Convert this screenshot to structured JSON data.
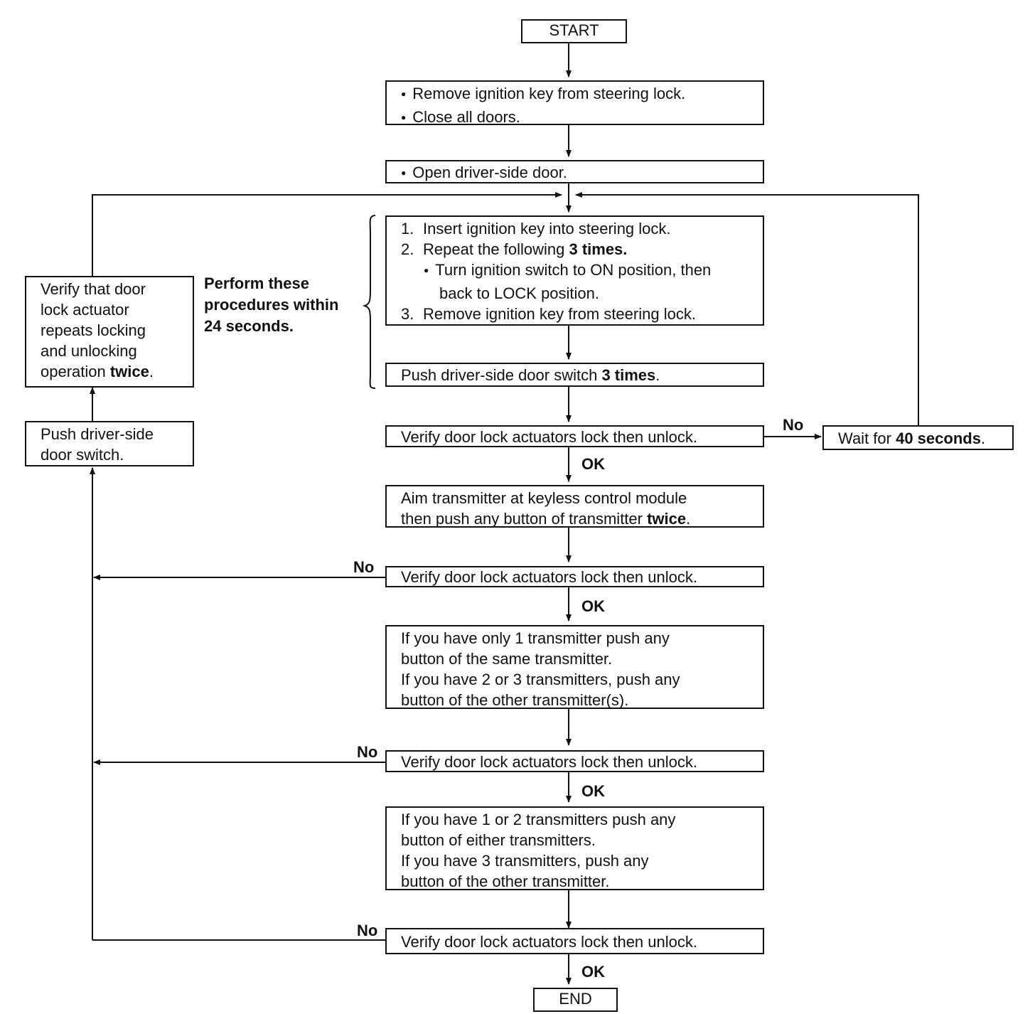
{
  "start": "START",
  "end": "END",
  "step1": {
    "lines": [
      "Remove ignition key from steering lock.",
      "Close all doors."
    ]
  },
  "step2": {
    "line": "Open driver-side door."
  },
  "step3": {
    "l1_num": "1.",
    "l1": "Insert ignition key into steering lock.",
    "l2_num": "2.",
    "l2_pre": "Repeat the following ",
    "l2_bold": "3 times.",
    "l2_sub": "Turn ignition switch to ON position, then",
    "l2_sub_cont": "back to LOCK position.",
    "l3_num": "3.",
    "l3": "Remove ignition key from steering lock."
  },
  "note": {
    "lines": [
      "Perform these",
      "procedures within",
      "24 seconds."
    ]
  },
  "step4": {
    "pre": "Push driver-side door switch ",
    "bold": "3 times",
    "post": "."
  },
  "verify_text": "Verify door lock actuators lock then unlock.",
  "wait": {
    "pre": "Wait for ",
    "bold": "40 seconds",
    "post": "."
  },
  "aim": {
    "line1": "Aim transmitter at keyless control module",
    "line2_pre": "then push any button of transmitter ",
    "line2_bold": "twice",
    "line2_post": "."
  },
  "step6": {
    "lines": [
      "If you have only  1  transmitter push any",
      "button of the same transmitter.",
      "If you have  2  or  3  transmitters, push any",
      "button of the other transmitter(s)."
    ]
  },
  "step7": {
    "lines": [
      "If you have  1  or  2  transmitters push any",
      "button of either transmitters.",
      "If you have  3  transmitters, push any",
      "button of the other transmitter."
    ]
  },
  "left_verify": {
    "lines": [
      "Verify that door",
      "lock actuator",
      "repeats locking",
      "and unlocking"
    ],
    "last_pre": "operation ",
    "last_bold": "twice",
    "last_post": "."
  },
  "left_push": {
    "lines": [
      "Push driver-side",
      "door switch."
    ]
  },
  "labels": {
    "ok": "OK",
    "no": "No"
  }
}
